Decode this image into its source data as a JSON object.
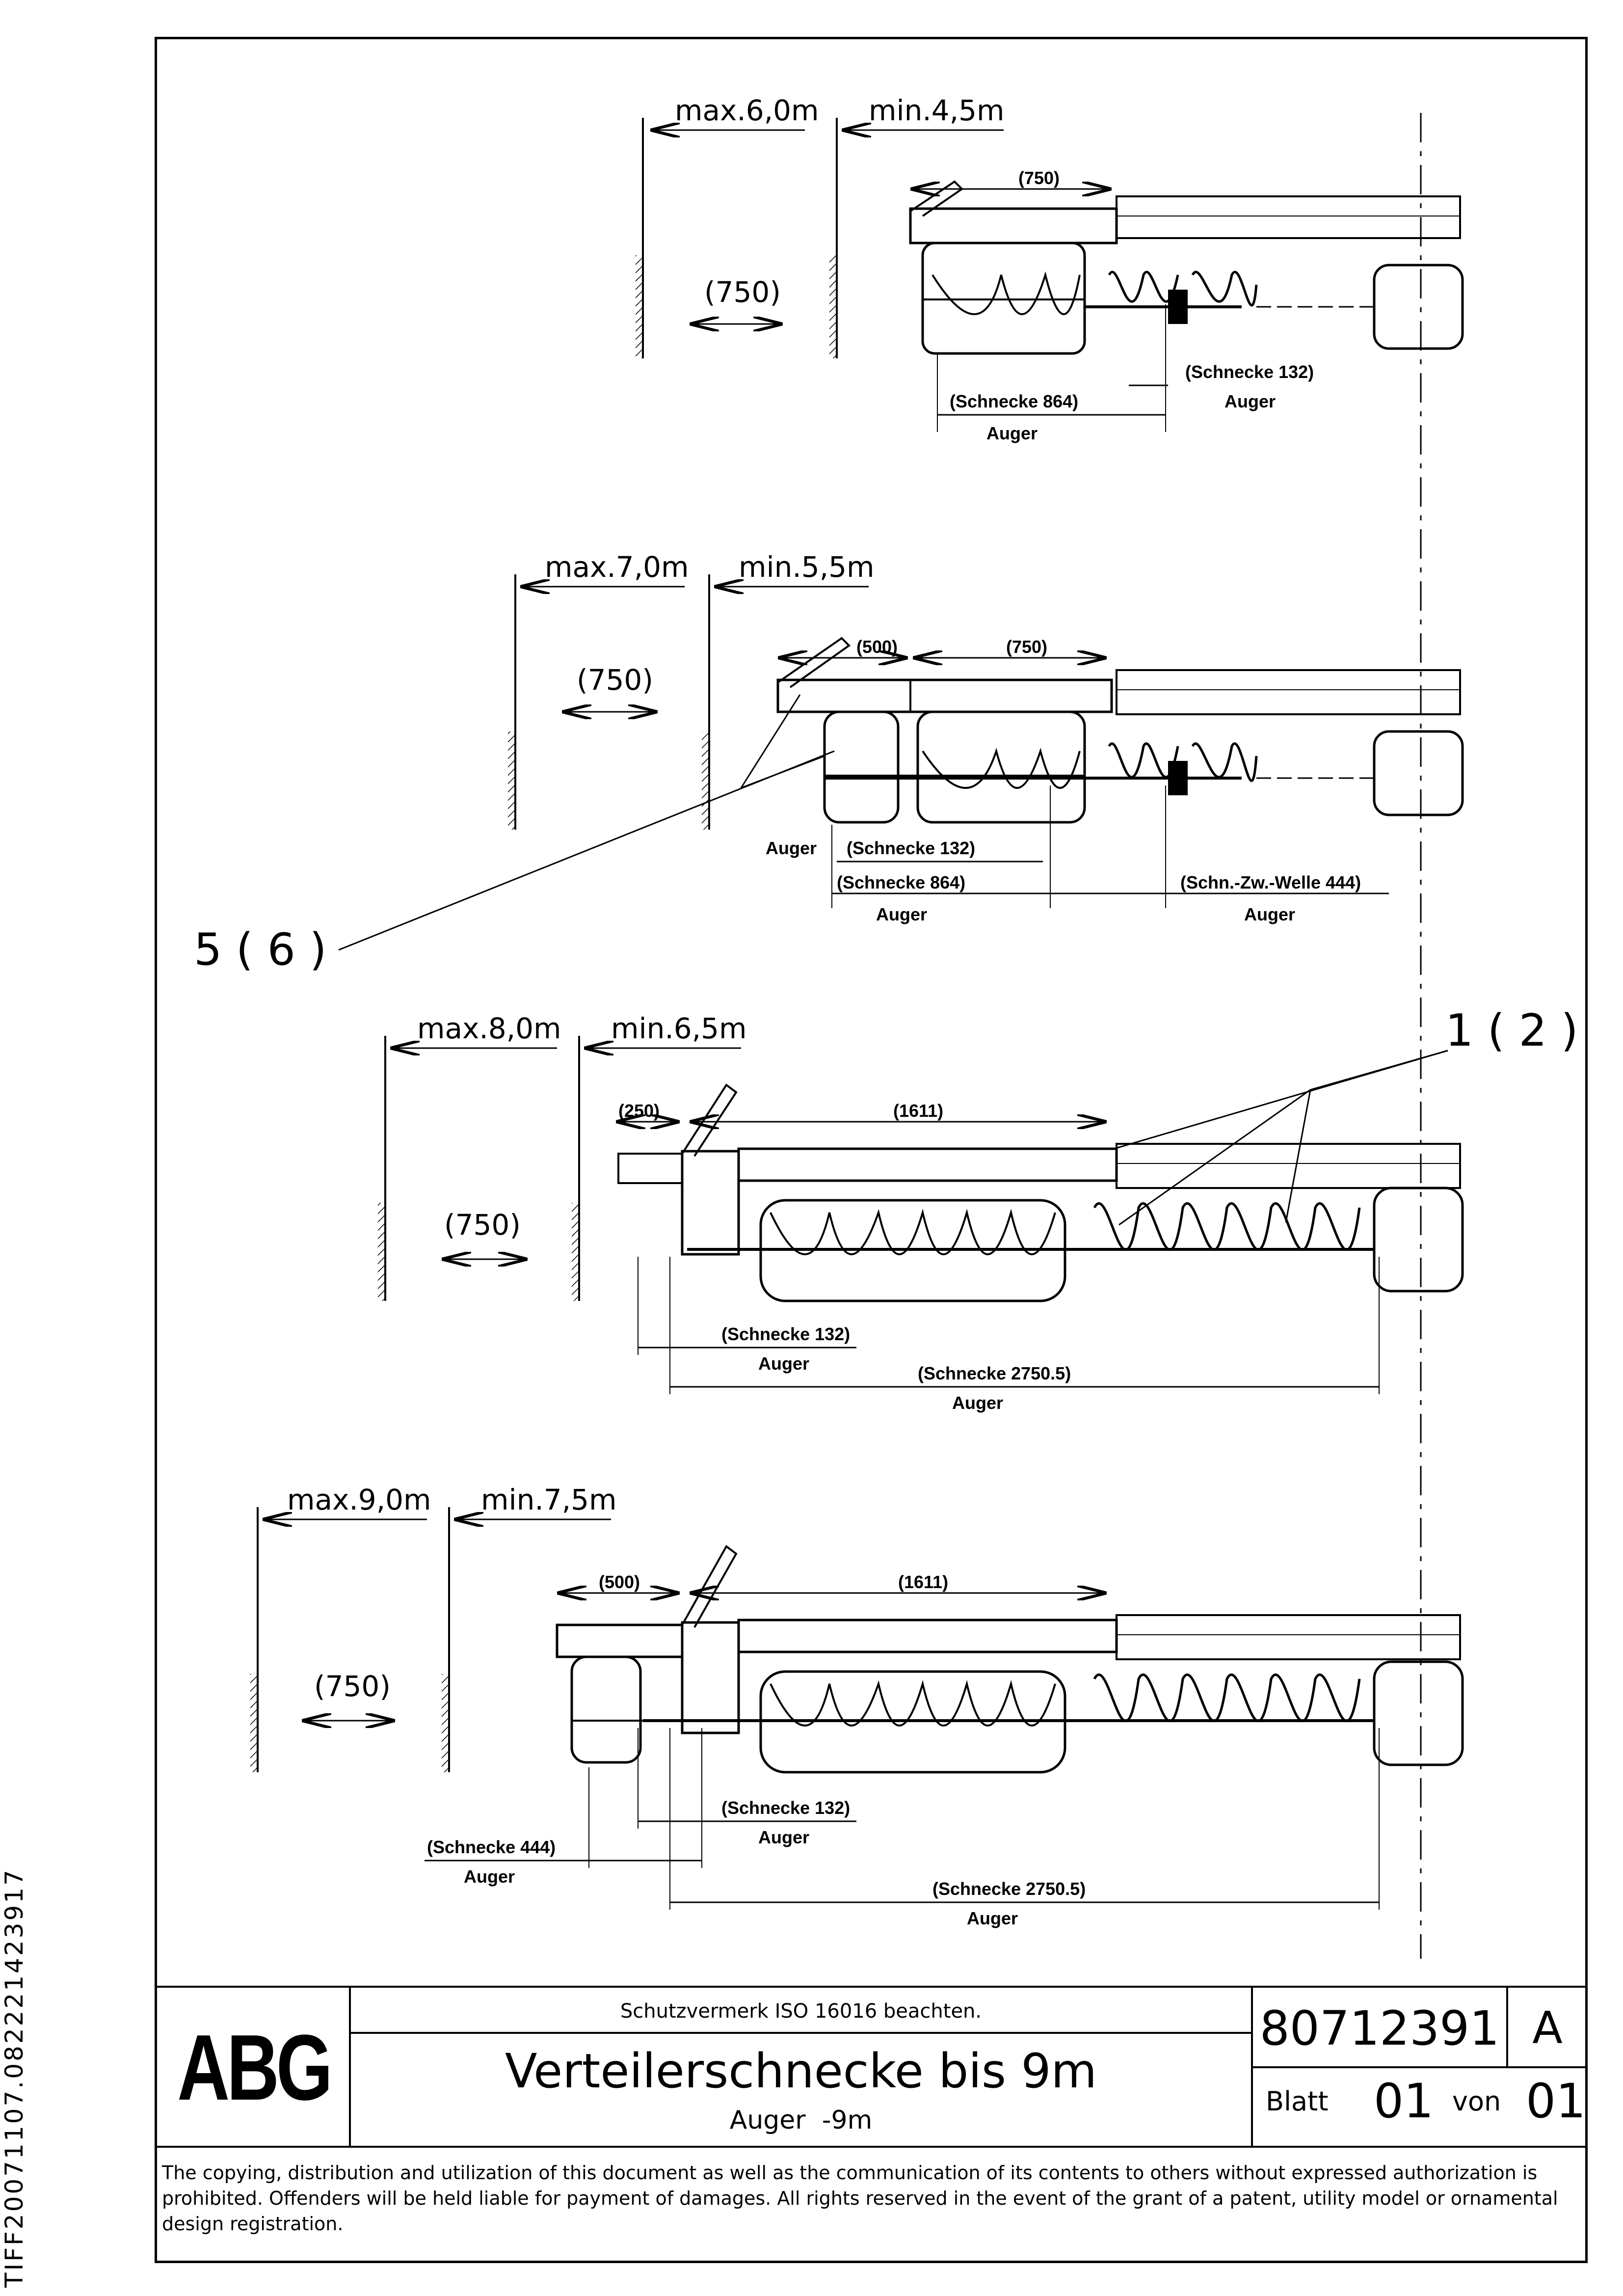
{
  "side_code": "TIFF20071107.082221423917",
  "stages": [
    {
      "max_label": "max.6,0m",
      "min_label": "min.4,5m",
      "width_label": "(750)",
      "top_dims": [
        "(750)"
      ],
      "bottom_labels": [
        "(Schnecke 864)",
        "Auger",
        "(Schnecke 132)",
        "Auger"
      ]
    },
    {
      "max_label": "max.7,0m",
      "min_label": "min.5,5m",
      "width_label": "(750)",
      "top_dims": [
        "(500)",
        "(750)"
      ],
      "bottom_labels": [
        "Auger",
        "(Schnecke 132)",
        "(Schnecke 864)",
        "Auger",
        "(Schn.-Zw.-Welle 444)",
        "Auger"
      ]
    },
    {
      "max_label": "max.8,0m",
      "min_label": "min.6,5m",
      "width_label": "(750)",
      "top_dims": [
        "(250)",
        "(1611)"
      ],
      "bottom_labels": [
        "(Schnecke 132)",
        "Auger",
        "(Schnecke 2750.5)",
        "Auger"
      ]
    },
    {
      "max_label": "max.9,0m",
      "min_label": "min.7,5m",
      "width_label": "(750)",
      "top_dims": [
        "(500)",
        "(1611)"
      ],
      "bottom_labels": [
        "(Schnecke 132)",
        "Auger",
        "(Schnecke 444)",
        "Auger",
        "(Schnecke 2750.5)",
        "Auger"
      ]
    }
  ],
  "callouts": {
    "left": "5 ( 6 )",
    "right": "1 ( 2 )"
  },
  "title_block": {
    "logo": "ABG",
    "notice": "Schutzvermerk ISO 16016 beachten.",
    "title": "Verteilerschnecke bis 9m",
    "subtitle": "Auger  -9m",
    "drawing_number": "80712391",
    "revision": "A",
    "sheet_label": "Blatt",
    "sheet_number": "01",
    "of_label": "von",
    "sheet_total": "01"
  },
  "footer": "The copying, distribution and utilization of this document as well as the communication of its contents to others without expressed authorization is prohibited. Offenders will be held liable for payment of damages. All rights reserved in the event of the grant of a patent, utility model or ornamental design registration."
}
